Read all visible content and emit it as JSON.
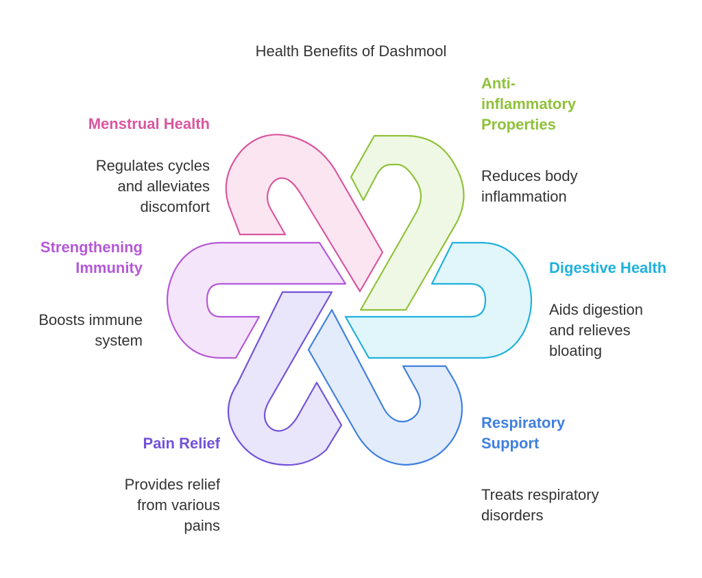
{
  "title": "Health Benefits of Dashmool",
  "benefits": [
    {
      "heading": "Menstrual Health",
      "description": "Regulates cycles\nand alleviates\ndiscomfort",
      "color": "#d9569e",
      "fill": "#fbe5f1"
    },
    {
      "heading": "Anti-\ninflammatory\nProperties",
      "description": "Reduces body\ninflammation",
      "color": "#8fc13a",
      "fill": "#eff8e4"
    },
    {
      "heading": "Strengthening\nImmunity",
      "description": "Boosts immune\nsystem",
      "color": "#b558d6",
      "fill": "#f4e5fa"
    },
    {
      "heading": "Digestive Health",
      "description": "Aids digestion\nand relieves\nbloating",
      "color": "#1fb0dc",
      "fill": "#e0f6fb"
    },
    {
      "heading": "Pain Relief",
      "description": "Provides relief\nfrom various\npains",
      "color": "#7152d8",
      "fill": "#e9e5fa"
    },
    {
      "heading": "Respiratory\nSupport",
      "description": "Treats respiratory\ndisorders",
      "color": "#3f7fdf",
      "fill": "#e2ecfb"
    }
  ]
}
